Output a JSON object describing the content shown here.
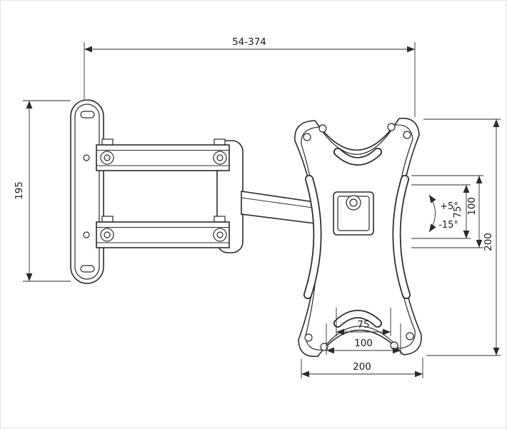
{
  "dimensions": {
    "extension_range": "54-374",
    "wall_bracket_height": "195",
    "plate_height_right": "200",
    "vesa_vertical_outer": "100",
    "vesa_vertical_inner": "75",
    "tilt_up": "+5°",
    "tilt_down": "-15°",
    "vesa_horizontal_inner": "75",
    "vesa_horizontal_outer": "100",
    "plate_width_bottom": "200"
  }
}
